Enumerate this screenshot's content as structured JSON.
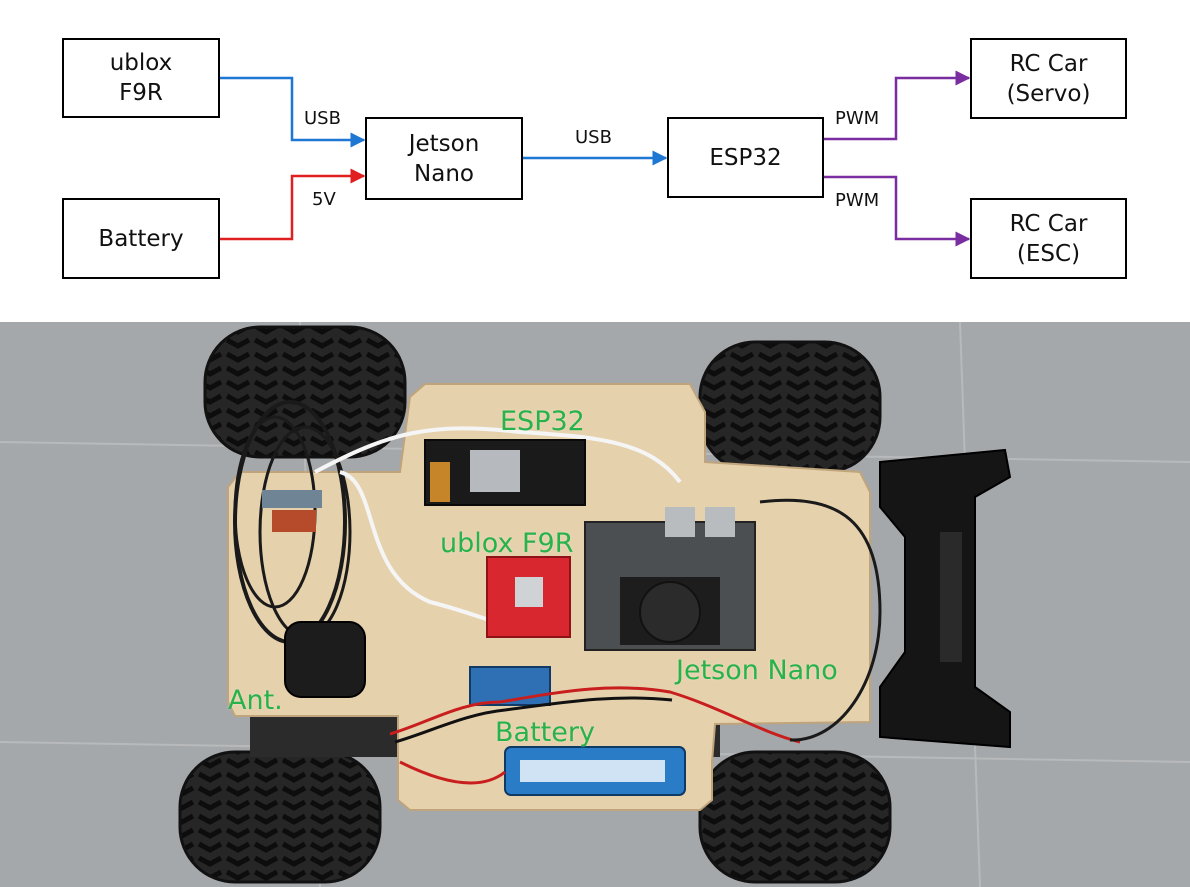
{
  "diagram": {
    "nodes": {
      "ublox": "ublox\nF9R",
      "battery": "Battery",
      "jetson": "Jetson\nNano",
      "esp32": "ESP32",
      "servo": "RC Car\n(Servo)",
      "esc": "RC Car\n(ESC)"
    },
    "edges": {
      "ublox_jetson": "USB",
      "battery_jetson": "5V",
      "jetson_esp32": "USB",
      "esp32_servo": "PWM",
      "esp32_esc": "PWM"
    },
    "colors": {
      "usb": "#1f77d4",
      "power": "#e02020",
      "pwm": "#7a2da0"
    }
  },
  "photo": {
    "labels": {
      "esp32": "ESP32",
      "ublox": "ublox F9R",
      "jetson": "Jetson Nano",
      "antenna": "Ant.",
      "battery": "Battery"
    },
    "colors": {
      "label": "#27b24a",
      "board": "#e6d1ad",
      "floor": "#a5a8aa"
    }
  }
}
